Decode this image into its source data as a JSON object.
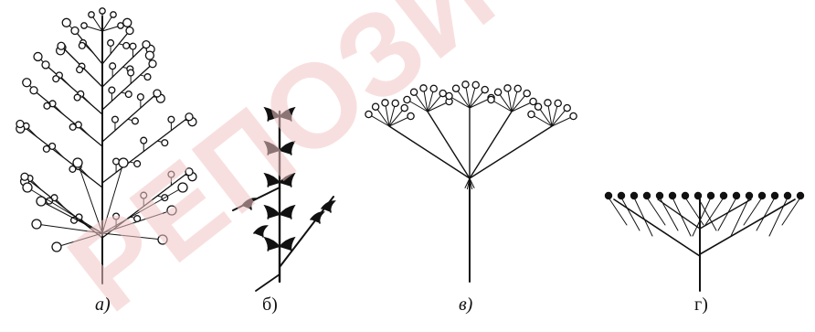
{
  "figure": {
    "panels": [
      {
        "id": "a",
        "caption": "а)"
      },
      {
        "id": "b",
        "caption": "б)"
      },
      {
        "id": "v",
        "caption": "в)"
      },
      {
        "id": "g",
        "caption": "г)"
      }
    ],
    "watermark": {
      "text": "РЕПОЗИТОРИЙ",
      "color": "#f3c6c6"
    },
    "colors": {
      "ink": "#111111",
      "background": "#ffffff"
    }
  }
}
